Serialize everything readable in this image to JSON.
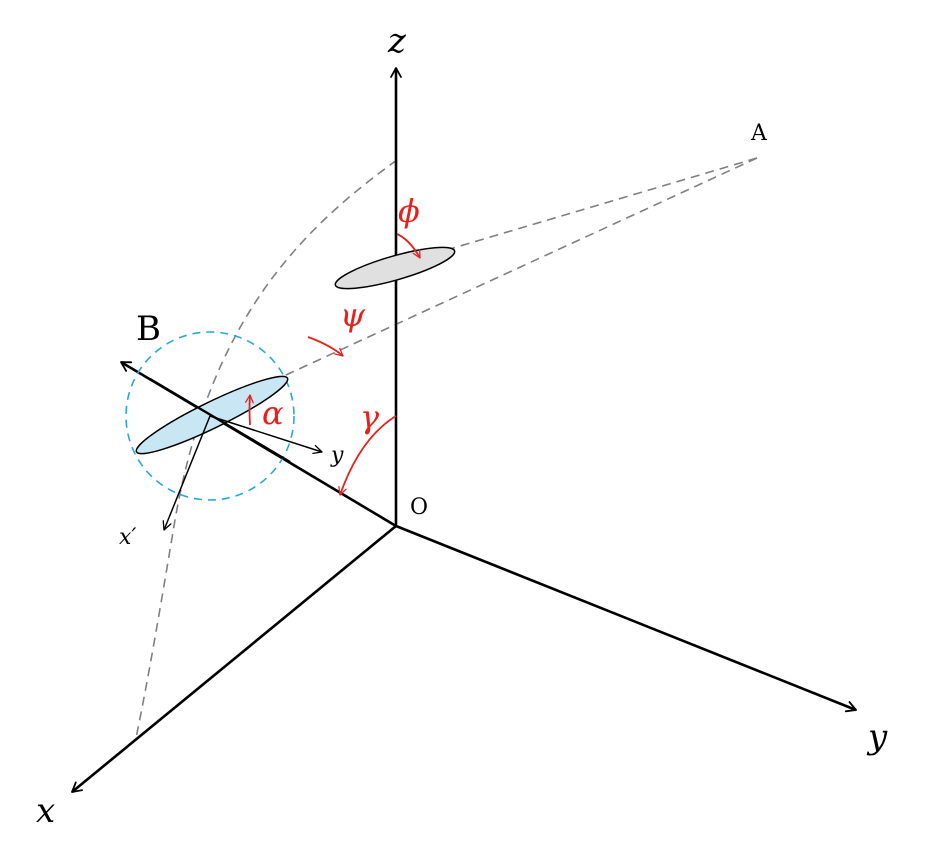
{
  "axes": {
    "z_label": "z",
    "y_label": "y",
    "x_label": "x",
    "origin_label": "O"
  },
  "points": {
    "A_label": "A",
    "B_label": "B"
  },
  "local_axes": {
    "y_label": "y",
    "x_prime_label": "x′"
  },
  "angles": {
    "phi": "ϕ",
    "psi": "ψ",
    "alpha": "α",
    "gamma": "γ"
  },
  "colors": {
    "axis": "#000000",
    "dashed_guide": "#808080",
    "angle": "#e8201c",
    "receiver_fill": "#c9e6f4",
    "receiver_circle": "#2aa7d6",
    "transmitter_fill": "#e0e0e0"
  }
}
